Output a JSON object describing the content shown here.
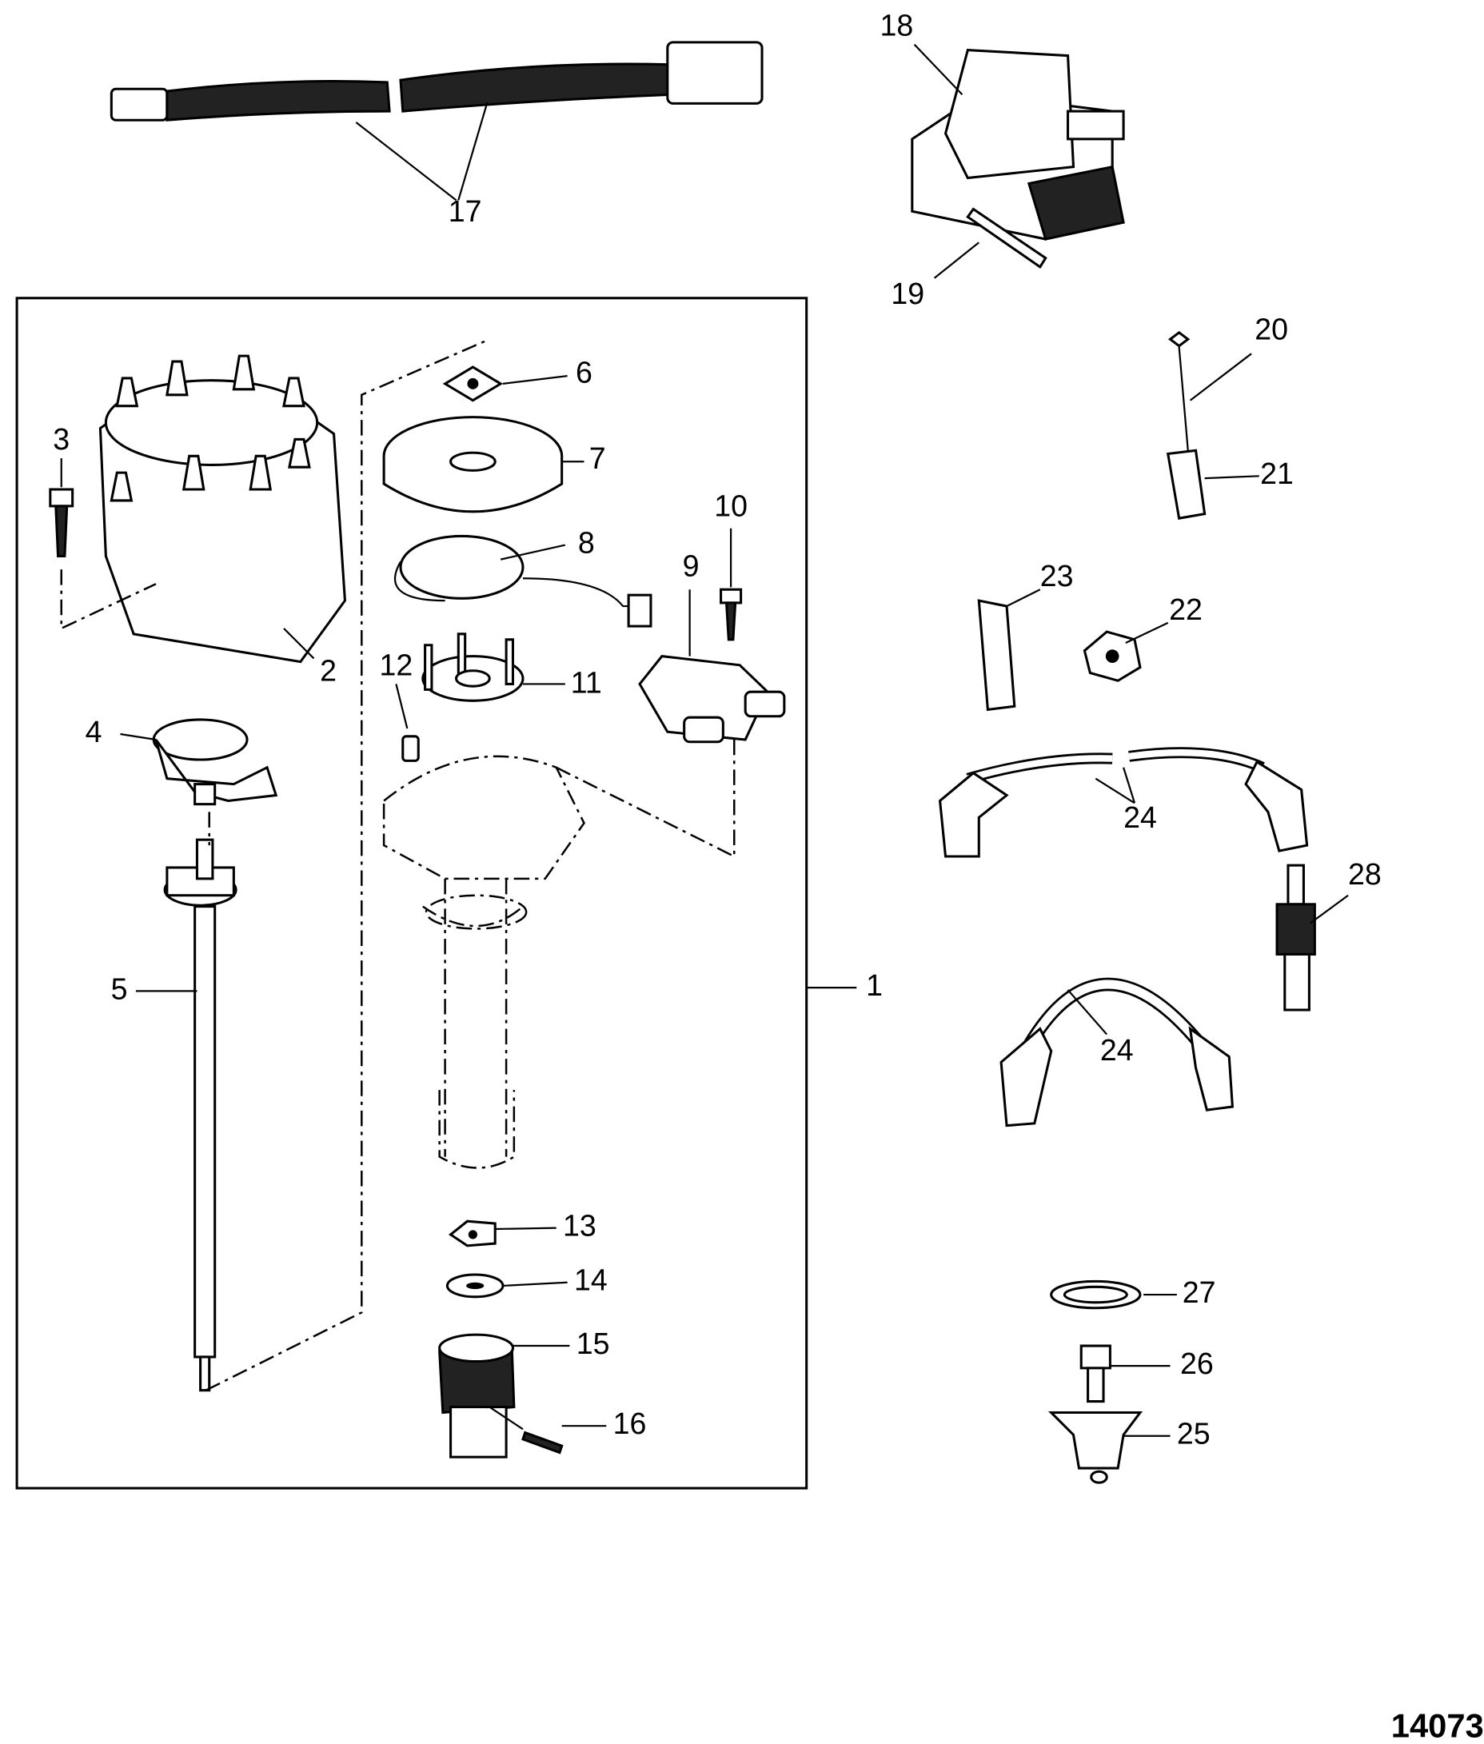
{
  "figure_number": "14073",
  "callouts": {
    "c1": "1",
    "c2": "2",
    "c3": "3",
    "c4": "4",
    "c5": "5",
    "c6": "6",
    "c7": "7",
    "c8": "8",
    "c9": "9",
    "c10": "10",
    "c11": "11",
    "c12": "12",
    "c13": "13",
    "c14": "14",
    "c15": "15",
    "c16": "16",
    "c17": "17",
    "c18": "18",
    "c19": "19",
    "c20": "20",
    "c21": "21",
    "c22": "22",
    "c23": "23",
    "c24a": "24",
    "c24b": "24",
    "c25": "25",
    "c26": "26",
    "c27": "27",
    "c28": "28"
  }
}
